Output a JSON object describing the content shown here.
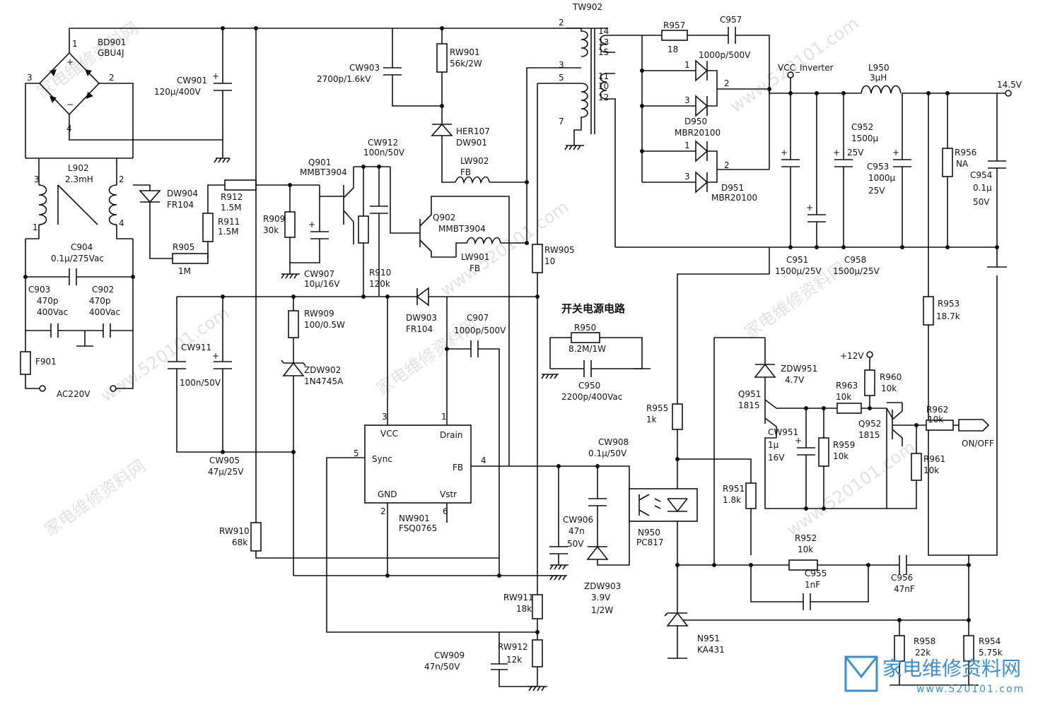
{
  "title": "开关电源电路",
  "watermarks": [
    "家电维修资料网",
    "www.520101.com",
    "家电维修资料网",
    "www.520101.com",
    "家电维修资料网",
    "www.520101.com",
    "家电维修资料网",
    "www.520101.com"
  ],
  "logo": {
    "text": "家电维修资料网",
    "url": "www.520101.com",
    "color": "#3a8fd0"
  },
  "labels": {
    "bd901": "BD901",
    "bd901_v": "GBU4J",
    "cw901": "CW901",
    "cw901_v": "120µ/400V",
    "l902": "L902",
    "l902_v": "2.3mH",
    "dw904": "DW904",
    "dw904_v": "FR104",
    "r912": "R912",
    "r912_v": "1.5M",
    "r911": "R911",
    "r911_v": "1.5M",
    "r905": "R905",
    "r905_v": "1M",
    "c904": "C904",
    "c904_v": "0.1µ/275Vac",
    "c903": "C903",
    "c903_v1": "470p",
    "c903_v2": "400Vac",
    "c902": "C902",
    "c902_v1": "470p",
    "c902_v2": "400Vac",
    "f901": "F901",
    "ac": "AC220V",
    "cw903": "CW903",
    "cw903_v": "2700p/1.6kV",
    "rw901": "RW901",
    "rw901_v": "56k/2W",
    "her107": "HER107",
    "dw901": "DW901",
    "lw902": "LW902",
    "lw902_v": "FB",
    "tw902": "TW902",
    "cw912": "CW912",
    "cw912_v": "100n/50V",
    "q901": "Q901",
    "q901_v": "MMBT3904",
    "q902": "Q902",
    "q902_v": "MMBT3904",
    "r909": "R909",
    "r909_v": "30k",
    "cw907": "CW907",
    "cw907_v": "10µ/16V",
    "r910": "R910",
    "r910_v": "120k",
    "lw901": "LW901",
    "lw901_v": "FB",
    "rw905": "RW905",
    "rw905_v": "10",
    "dw903": "DW903",
    "dw903_v": "FR104",
    "c907": "C907",
    "c907_v": "1000p/500V",
    "rw909": "RW909",
    "rw909_v": "100/0.5W",
    "zdw902": "ZDW902",
    "zdw902_v": "1N4745A",
    "cw911": "CW911",
    "cw911_v": "100n/50V",
    "cw905": "CW905",
    "cw905_v": "47µ/25V",
    "rw910": "RW910",
    "rw910_v": "68k",
    "nw901": "NW901",
    "nw901_v": "FSQ0765",
    "pin_vcc": "VCC",
    "pin_drain": "Drain",
    "pin_sync": "Sync",
    "pin_fb": "FB",
    "pin_gnd": "GND",
    "pin_vstr": "Vstr",
    "cw908": "CW908",
    "cw908_v": "0.1µ/50V",
    "cw906": "CW906",
    "cw906_v1": "47n",
    "cw906_v2": "50V",
    "zdw903": "ZDW903",
    "zdw903_v1": "3.9V",
    "zdw903_v2": "1/2W",
    "rw911": "RW911",
    "rw911_v": "18k",
    "rw912": "RW912",
    "rw912_v": "12k",
    "cw909": "CW909",
    "cw909_v": "47n/50V",
    "r950": "R950",
    "r950_v": "8.2M/1W",
    "c950": "C950",
    "c950_v": "2200p/400Vac",
    "r957": "R957",
    "r957_v": "18",
    "c957": "C957",
    "c957_v": "1000p/500V",
    "d950": "D950",
    "d950_v": "MBR20100",
    "d951": "D951",
    "d951_v": "MBR20100",
    "vcc_inverter": "VCC_Inverter",
    "l950": "L950",
    "l950_v": "3µH",
    "out": "14.5V",
    "c952": "C952",
    "c952_v1": "1500µ",
    "c952_v2": "25V",
    "c953": "C953",
    "c953_v1": "1000µ",
    "c953_v2": "25V",
    "r956": "R956",
    "r956_v": "NA",
    "c954": "C954",
    "c954_v1": "0.1µ",
    "c954_v2": "50V",
    "c951": "C951",
    "c951_v": "1500µ/25V",
    "c958": "C958",
    "c958_v": "1500µ/25V",
    "r953": "R953",
    "r953_v": "18.7k",
    "zdw951": "ZDW951",
    "zdw951_v": "4.7V",
    "p12v": "+12V",
    "r960": "R960",
    "r960_v": "10k",
    "r963": "R963",
    "r963_v": "10k",
    "q951": "Q951",
    "q951_v": "1815",
    "q952": "Q952",
    "q952_v": "1815",
    "cw951": "CW951",
    "cw951_v1": "1µ",
    "cw951_v2": "16V",
    "r959": "R959",
    "r959_v": "10k",
    "r962": "R962",
    "r962_v": "10k",
    "r961": "R961",
    "r961_v": "10k",
    "onoff": "ON/OFF",
    "r955": "R955",
    "r955_v": "1k",
    "r951": "R951",
    "r951_v": "1.8k",
    "n950": "N950",
    "n950_v": "PC817",
    "r952": "R952",
    "r952_v": "10k",
    "c955": "C955",
    "c955_v": "1nF",
    "c956": "C956",
    "c956_v": "47nF",
    "n951": "N951",
    "n951_v": "KA431",
    "r958": "R958",
    "r958_v": "22k",
    "r954": "R954",
    "r954_v": "5.75k"
  }
}
